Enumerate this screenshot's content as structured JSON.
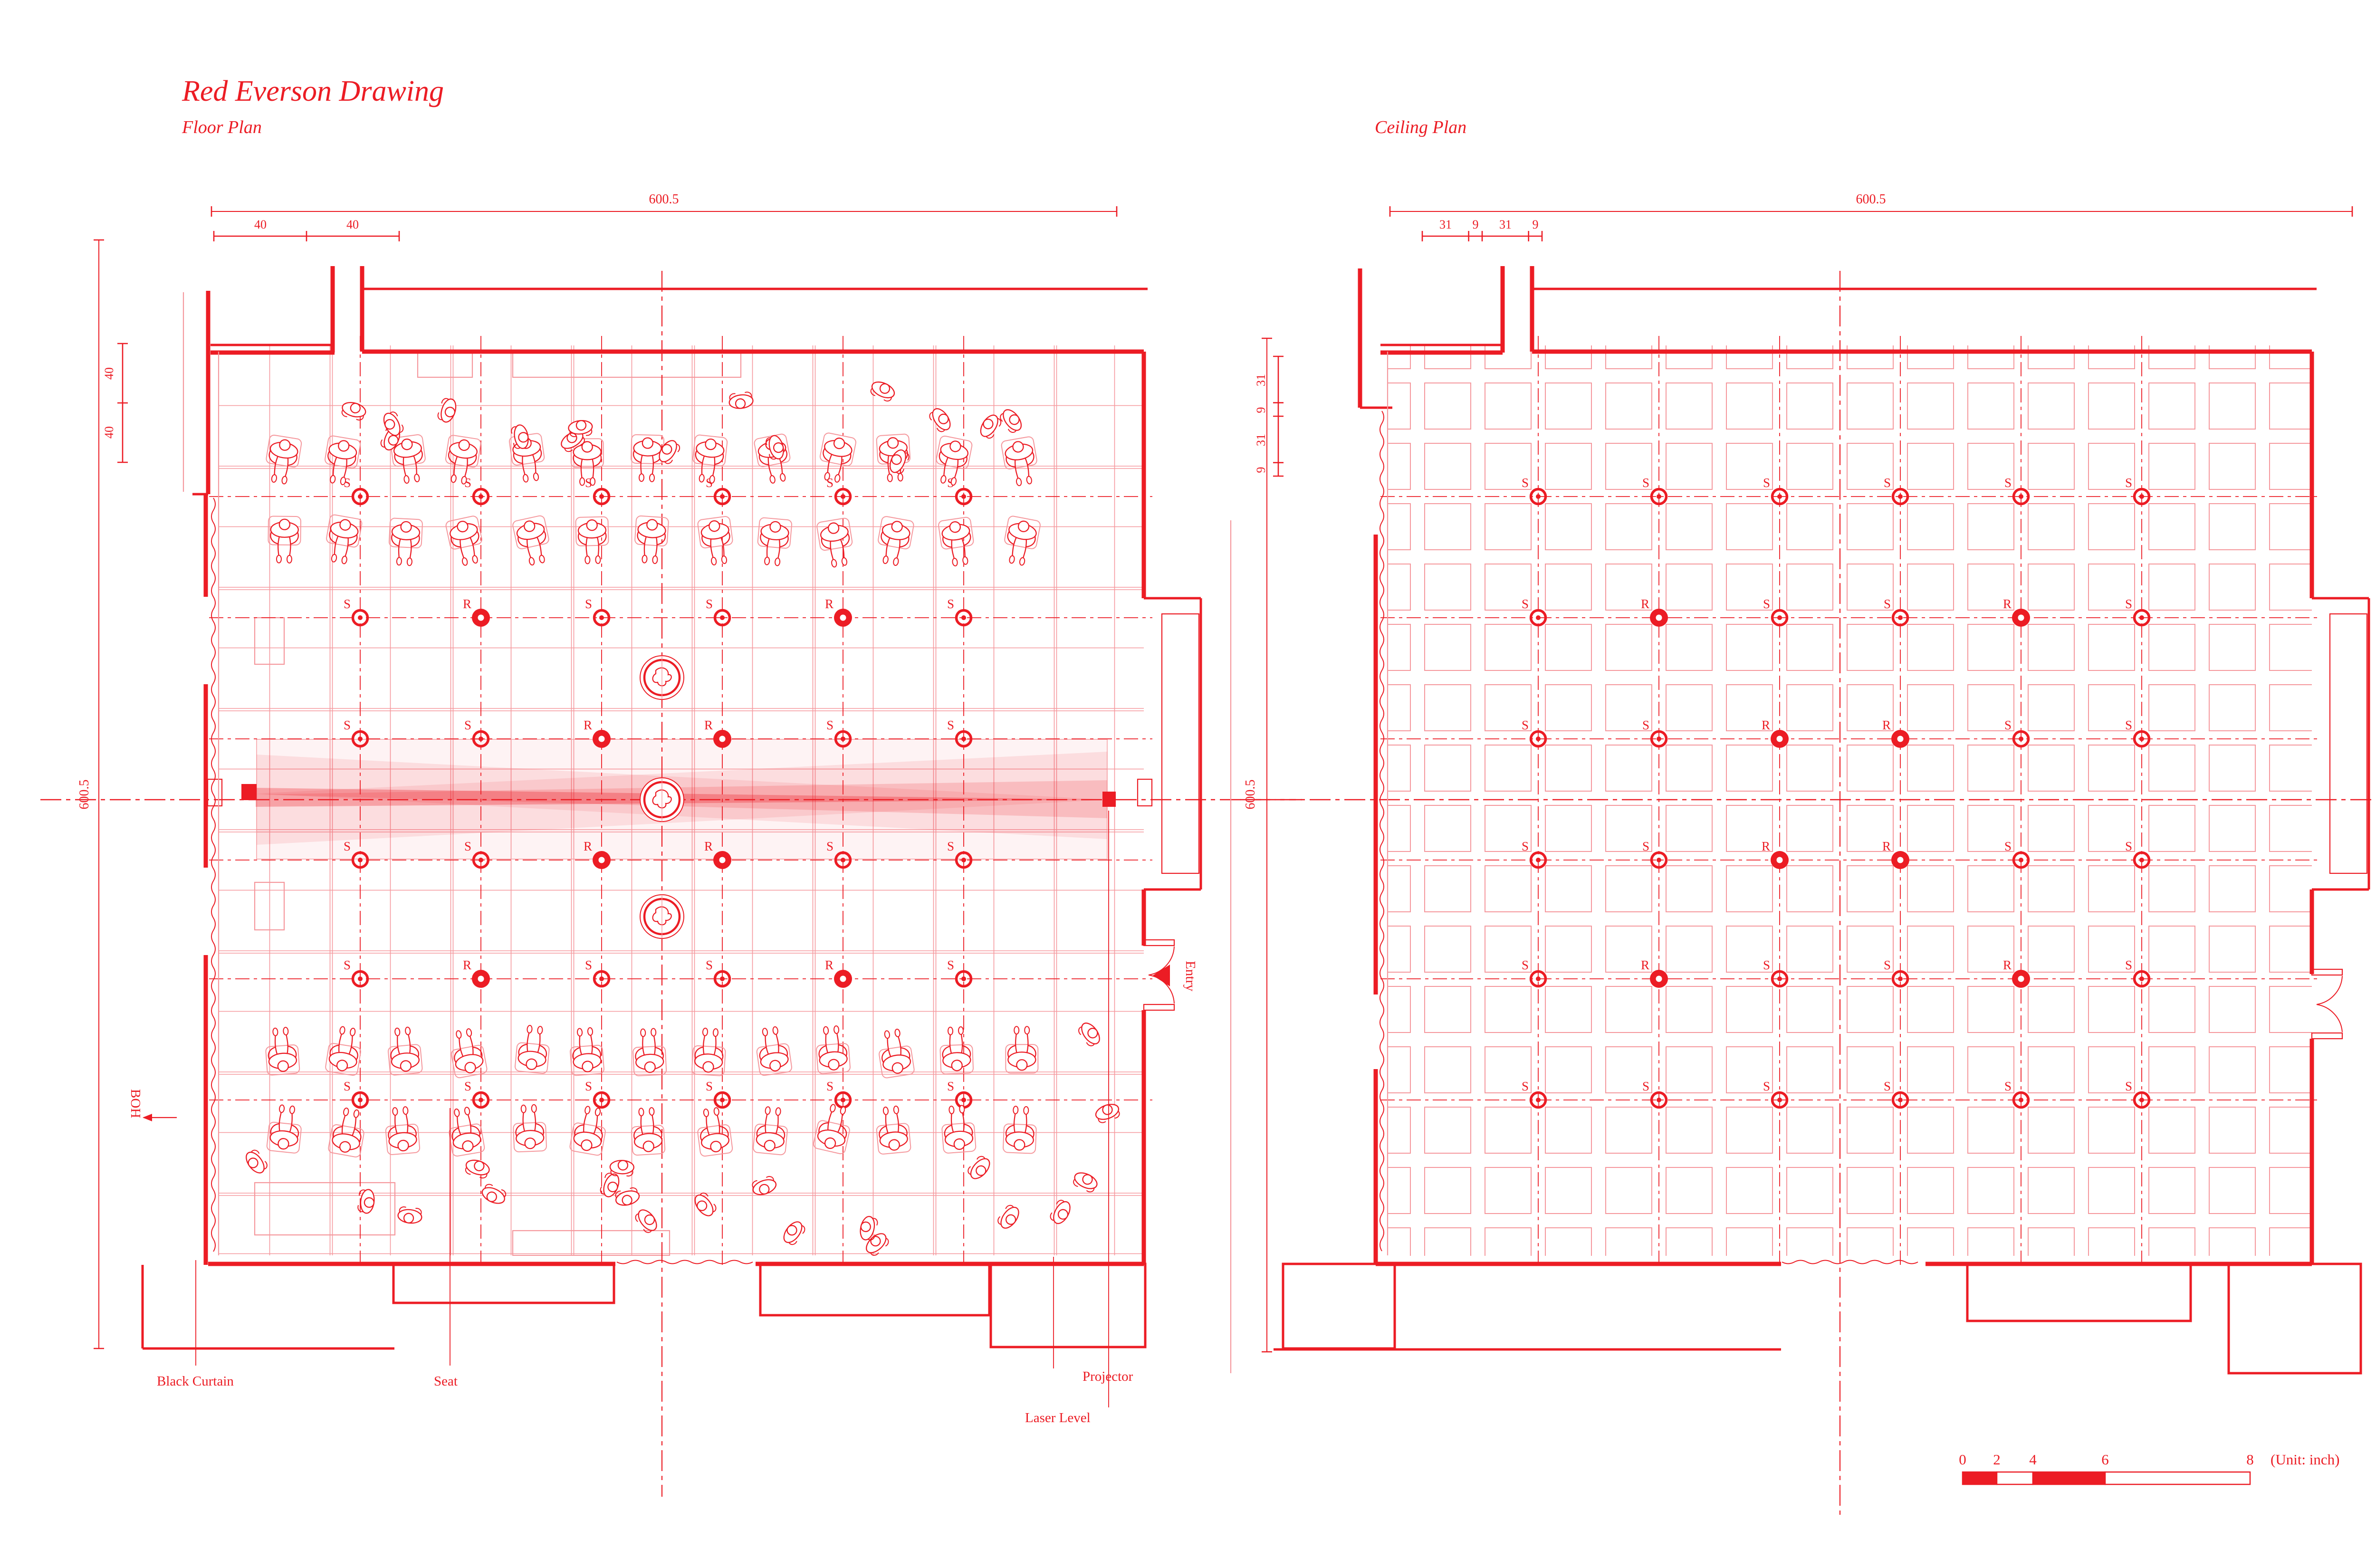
{
  "colors": {
    "ink": "#EC1C24",
    "ink_light": "#F5989D",
    "pale": "#FBE3E4"
  },
  "titles": {
    "main": "Red Everson Drawing",
    "floor_plan": "Floor Plan",
    "ceiling_plan": "Ceiling Plan"
  },
  "annotations": {
    "black_curtain": "Black Curtain",
    "seat": "Seat",
    "projector": "Projector",
    "laser_level": "Laser Level",
    "entry": "Entry",
    "boh": "BOH"
  },
  "dimensions": {
    "floor": {
      "top_total": "600.5",
      "top_segments": [
        "40",
        "40"
      ],
      "left_total": "600.5",
      "left_segments": [
        "40",
        "40"
      ]
    },
    "ceiling": {
      "top_total": "600.5",
      "top_segments": [
        "31",
        "9",
        "31",
        "9"
      ],
      "left_total": "600.5",
      "left_segments": [
        "31",
        "9",
        "31",
        "9"
      ]
    }
  },
  "markers": {
    "pattern": [
      [
        "S",
        "S",
        "S",
        "S",
        "S",
        "S"
      ],
      [
        "S",
        "R",
        "S",
        "S",
        "R",
        "S"
      ],
      [
        "S",
        "S",
        "R",
        "R",
        "S",
        "S"
      ],
      [
        "S",
        "S",
        "R",
        "R",
        "S",
        "S"
      ],
      [
        "S",
        "R",
        "S",
        "S",
        "R",
        "S"
      ],
      [
        "S",
        "S",
        "S",
        "S",
        "S",
        "S"
      ]
    ]
  },
  "scale_bar": {
    "ticks": [
      "0",
      "2",
      "4",
      "6",
      "8"
    ],
    "unit": "(Unit: inch)"
  }
}
